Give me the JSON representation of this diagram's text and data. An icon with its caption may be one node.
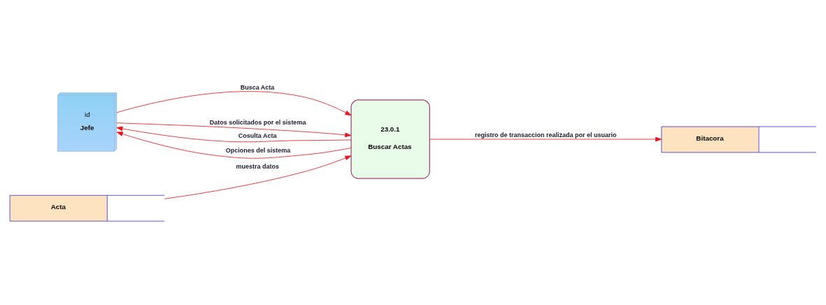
{
  "diagram": {
    "nodes": [
      {
        "text": [
          "id",
          "Jefe"
        ]
      },
      {
        "text": [
          "23.0.1",
          "Buscar Actas"
        ]
      },
      {
        "text": [
          "Acta"
        ]
      },
      {
        "text": [
          "Bitacora"
        ]
      }
    ],
    "edges": [
      {
        "from": 0,
        "to": 1,
        "arrow": "to",
        "label": "Busca Acta"
      },
      {
        "from": 1,
        "to": 0,
        "arrow": "to",
        "label": "Cosulta Acta"
      },
      {
        "from": 0,
        "to": 1,
        "arrow": "to",
        "label": "Datos solicitados por el sistema"
      },
      {
        "from": 1,
        "to": 0,
        "arrow": "to",
        "label": "Opciones del sistema"
      },
      {
        "from": 2,
        "to": 1,
        "arrow": "to",
        "label": "muestra datos"
      },
      {
        "from": 1,
        "to": 3,
        "arrow": "to",
        "label": "registro de transaccion realizada por el usuario"
      }
    ]
  }
}
